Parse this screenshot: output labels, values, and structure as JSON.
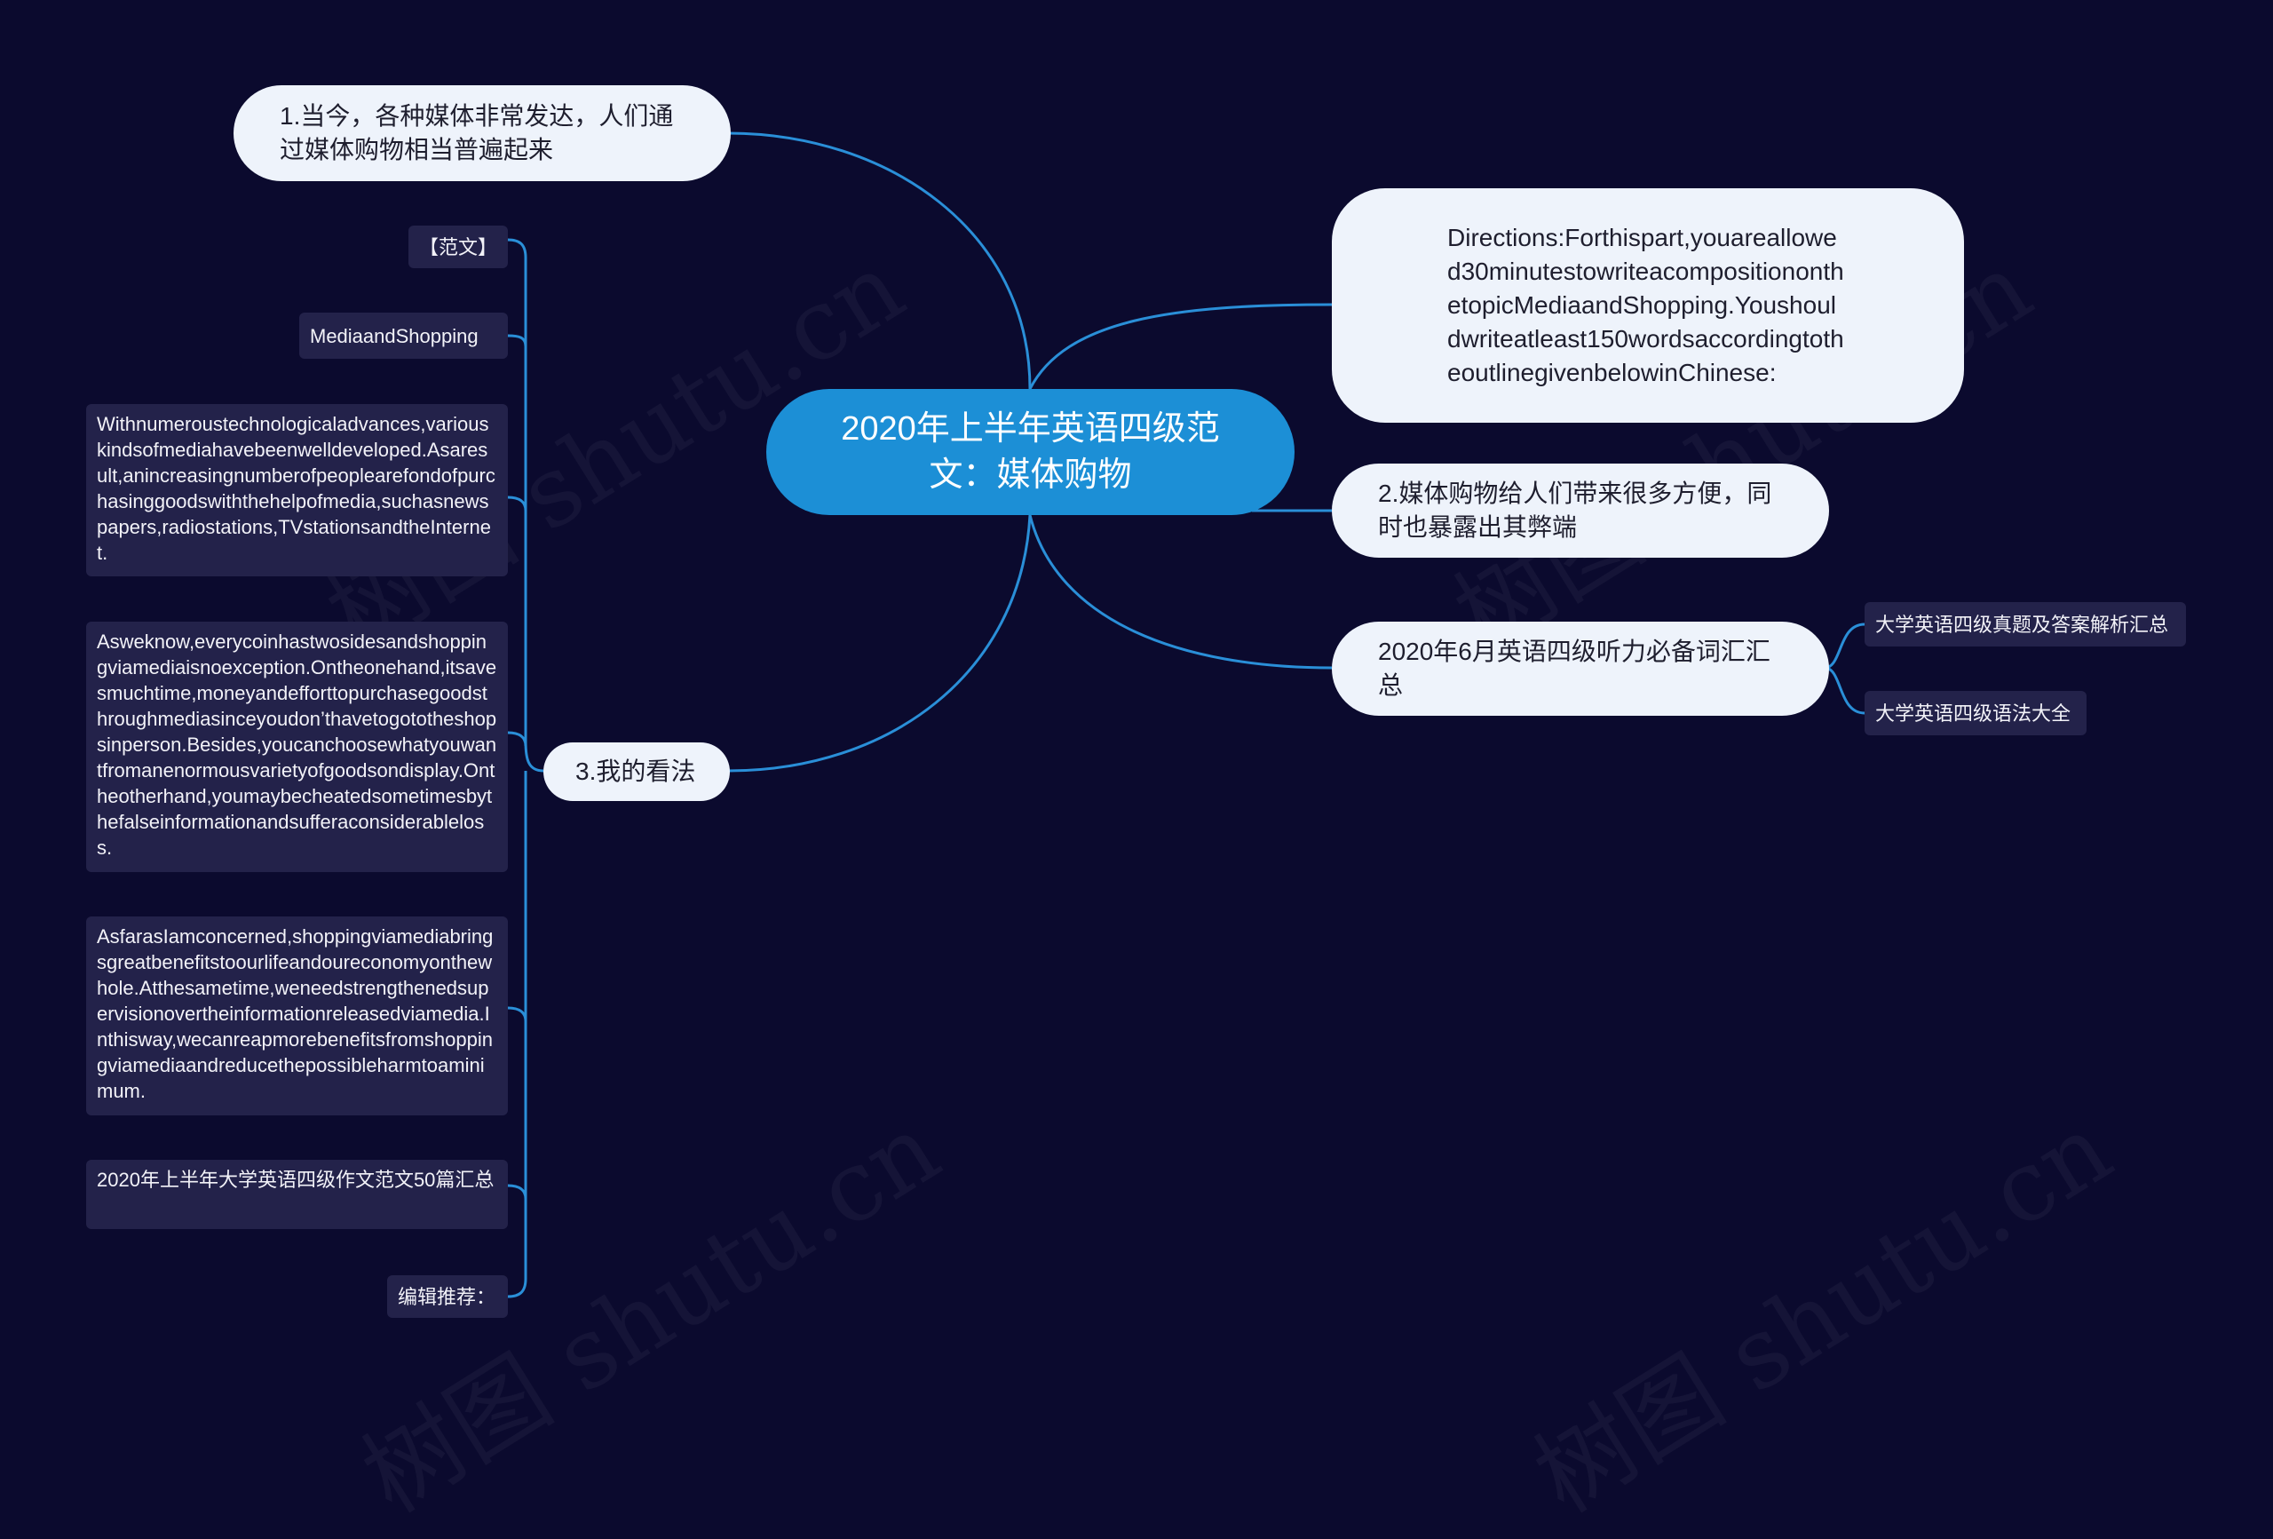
{
  "root": {
    "label": "2020年上半年英语四级范文：媒体购物"
  },
  "branches": {
    "b1": {
      "label": "1.当今，各种媒体非常发达，人们通过媒体购物相当普遍起来"
    },
    "b3": {
      "label": "3.我的看法"
    },
    "directions": {
      "label": "Directions:Forthispart,youareallowed30minutestowriteacompositiononthetopicMediaandShopping.Youshouldwriteatleast150wordsaccordingtotheoutlinegivenbelowinChinese:"
    },
    "b2": {
      "label": "2.媒体购物给人们带来很多方便，同时也暴露出其弊端"
    },
    "vocab": {
      "label": "2020年6月英语四级听力必备词汇汇总"
    }
  },
  "left_leaves": [
    "【范文】",
    "MediaandShopping",
    "Withnumeroustechnologicaladvances,variouskindsofmediahavebeenwelldeveloped.Asaresult,anincreasingnumberofpeoplearefondofpurchasinggoodswiththehelpofmedia,suchasnewspapers,radiostations,TVstationsandtheInternet.",
    "Asweknow,everycoinhastwosidesandshoppingviamediaisnoexception.Ontheonehand,itsavesmuchtime,moneyandefforttopurchasegoodsthroughmediasinceyoudon’thavetogototheshopsinperson.Besides,youcanchoosewhatyouwantfromanenormousvarietyofgoodsondisplay.Ontheotherhand,youmaybecheatedsometimesbythefalseinformationandsufferaconsiderableloss.",
    "AsfarasIamconcerned,shoppingviamediabringsgreatbenefitstoourlifeandoureconomyonthewhole.Atthesametime,weneedstrengthenedsupervisionovertheinformationreleasedviamedia.Inthisway,wecanreapmorebenefitsfromshoppingviamediaandreducethepossibleharmtoaminimum.",
    "2020年上半年大学英语四级作文范文50篇汇总",
    "编辑推荐："
  ],
  "right_leaves": [
    "大学英语四级真题及答案解析汇总",
    "大学英语四级语法大全"
  ],
  "watermark": "树图 shutu.cn",
  "colors": {
    "background": "#0b0a2e",
    "root": "#1c8fd6",
    "branch": "#eef3fb",
    "leaf": "#23224a",
    "edge": "#2a8fd8"
  }
}
